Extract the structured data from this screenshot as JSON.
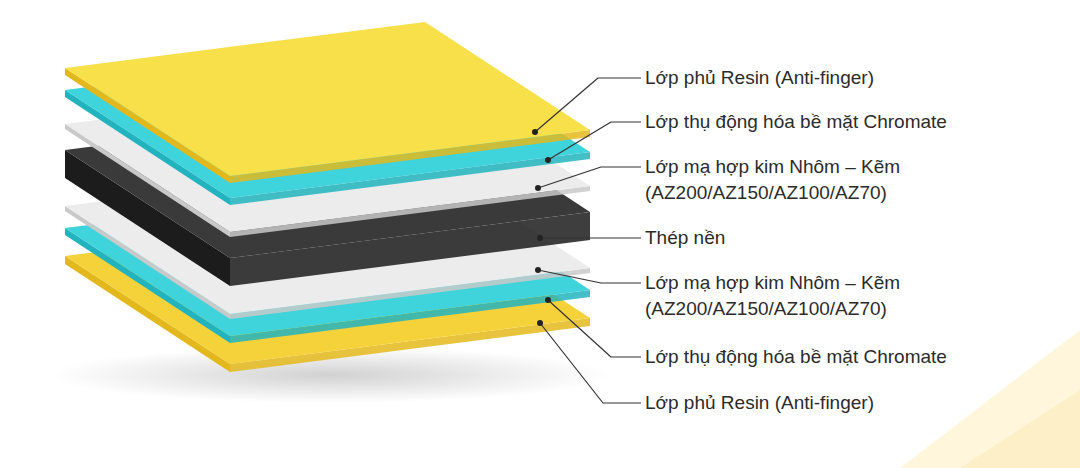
{
  "diagram": {
    "labels": [
      "Lớp phủ Resin (Anti-finger)",
      "Lớp thụ động hóa bề mặt Chromate",
      "Lớp mạ hợp kim Nhôm – Kẽm (AZ200/AZ150/AZ100/AZ70)",
      "Thép nền",
      "Lớp mạ hợp kim Nhôm – Kẽm (AZ200/AZ150/AZ100/AZ70)",
      "Lớp thụ động hóa bề mặt Chromate",
      "Lớp phủ Resin (Anti-finger)"
    ]
  }
}
